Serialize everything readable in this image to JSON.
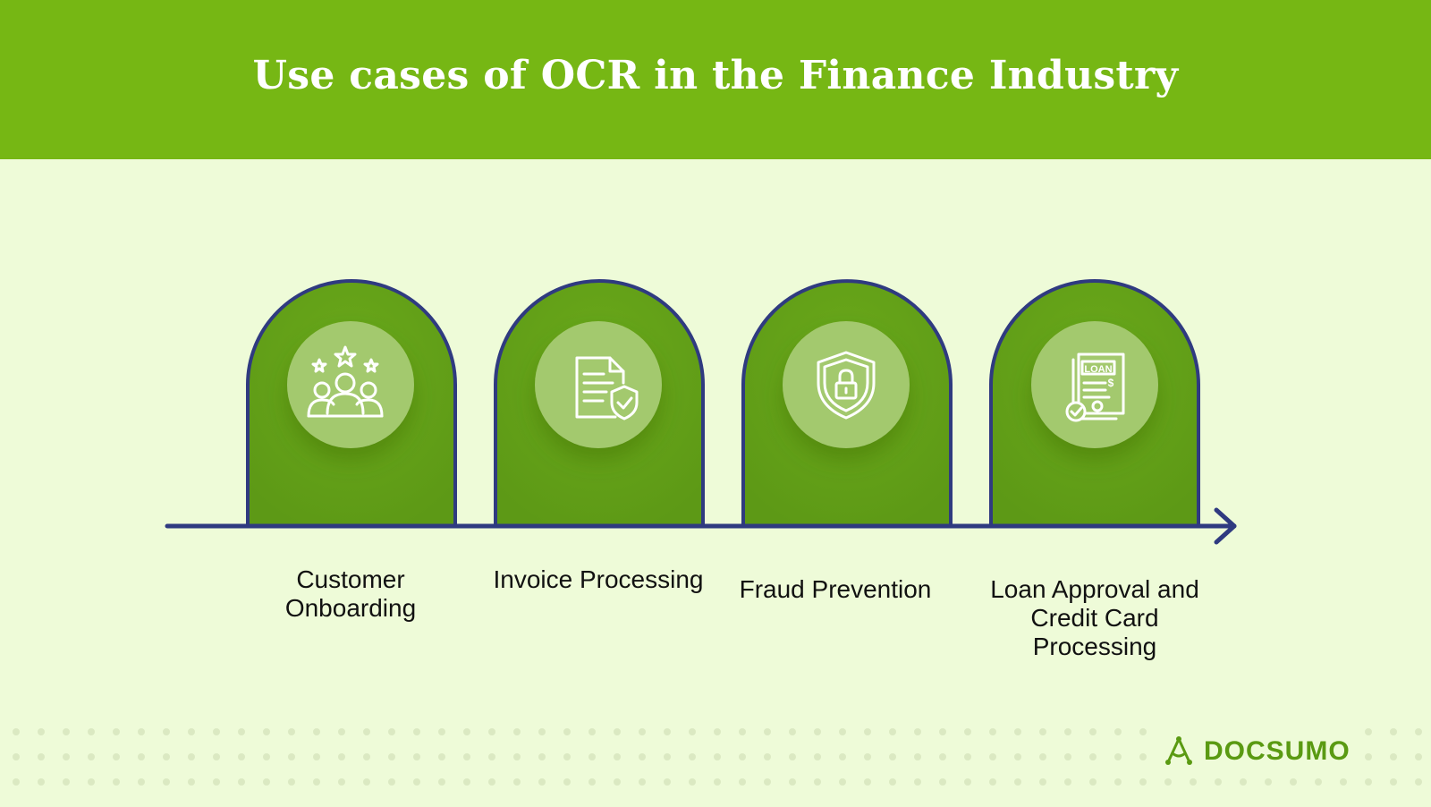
{
  "title": "Use cases of OCR in the Finance Industry",
  "use_cases": [
    {
      "label": "Customer Onboarding",
      "icon": "customer-group-stars-icon"
    },
    {
      "label": "Invoice Processing",
      "icon": "document-shield-icon"
    },
    {
      "label": "Fraud Prevention",
      "icon": "shield-lock-icon"
    },
    {
      "label": "Loan Approval and Credit Card Processing",
      "icon": "loan-document-icon"
    }
  ],
  "icon_text": {
    "loan": "LOAN",
    "dollar": "$"
  },
  "brand": {
    "name": "DOCSUMO",
    "icon": "docsumo-logo-icon"
  },
  "colors": {
    "header": "#76b714",
    "background": "#eefbd8",
    "arch_fill": "#6aa91a",
    "arch_stroke": "#2f3a80",
    "timeline": "#2f3a80",
    "icon_circle": "#a3c96e",
    "brand": "#5a9a12",
    "dots": "#dbe9c2"
  }
}
